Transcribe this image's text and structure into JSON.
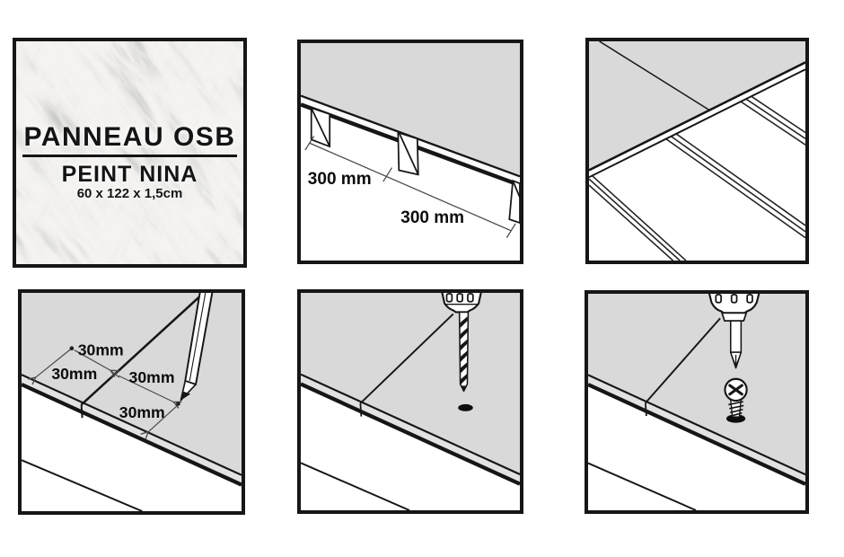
{
  "colors": {
    "page_background": "#ffffff",
    "panel_fill": "#d9d9d9",
    "line_dark": "#161616",
    "annotation": "#4a4a4a"
  },
  "panels": {
    "product": {
      "title": "PANNEAU OSB",
      "subtitle": "PEINT NINA",
      "size": "60 x 122 x 1,5cm"
    },
    "joist_spacing": {
      "dim_left": "300 mm",
      "dim_right": "300 mm"
    },
    "marking": {
      "dim_top": "30mm",
      "dim_left": "30mm",
      "dim_middle": "30mm",
      "dim_bottom": "30mm"
    }
  }
}
